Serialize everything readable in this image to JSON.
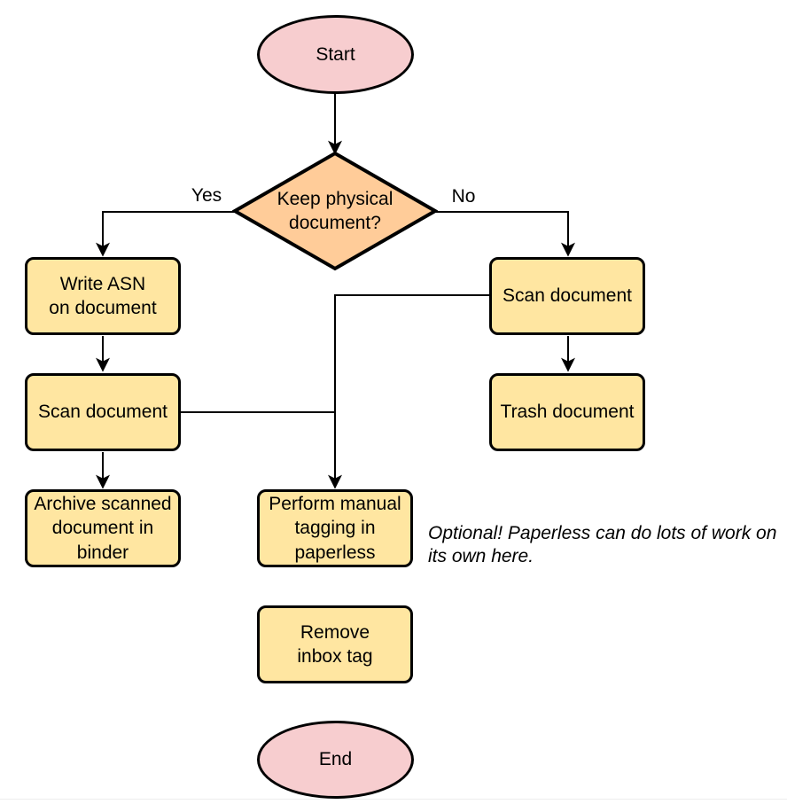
{
  "diagram": {
    "type": "flowchart",
    "background": "#ffffff",
    "colors": {
      "terminator-fill": "#f7cdcf",
      "decision-fill": "#ffcc99",
      "process-fill": "#ffe6a1",
      "stroke": "#000000",
      "text": "#000000"
    },
    "nodes": {
      "start": {
        "shape": "ellipse",
        "label": "Start"
      },
      "decision_keep_physical": {
        "shape": "diamond",
        "label": "Keep physical\ndocument?"
      },
      "write_asn": {
        "shape": "rounded-rect",
        "label": "Write ASN\non document"
      },
      "scan_document_left": {
        "shape": "rounded-rect",
        "label": "Scan document"
      },
      "archive_scanned": {
        "shape": "rounded-rect",
        "label": "Archive scanned\ndocument in\nbinder"
      },
      "scan_document_right": {
        "shape": "rounded-rect",
        "label": "Scan document"
      },
      "trash_document": {
        "shape": "rounded-rect",
        "label": "Trash document"
      },
      "manual_tagging": {
        "shape": "rounded-rect",
        "label": "Perform manual\ntagging in\npaperless"
      },
      "remove_inbox_tag": {
        "shape": "rounded-rect",
        "label": "Remove\ninbox tag"
      },
      "end": {
        "shape": "ellipse",
        "label": "End"
      }
    },
    "edge_labels": {
      "yes": "Yes",
      "no": "No"
    },
    "note": {
      "text": "Optional! Paperless can do lots of work on\nits own here."
    }
  }
}
